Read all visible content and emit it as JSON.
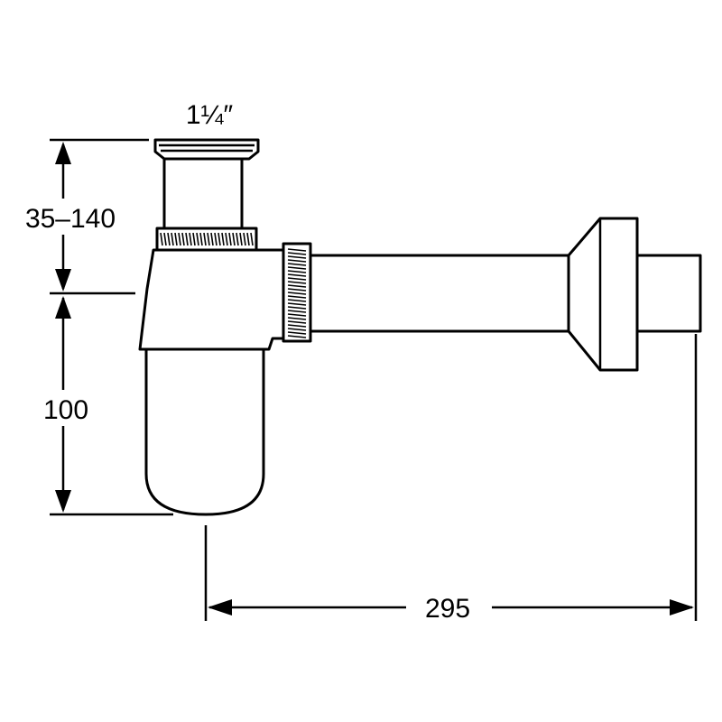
{
  "dimensions": {
    "thread_size": "1¼″",
    "height_adjustable": "35–140",
    "trap_depth": "100",
    "projection": "295"
  }
}
